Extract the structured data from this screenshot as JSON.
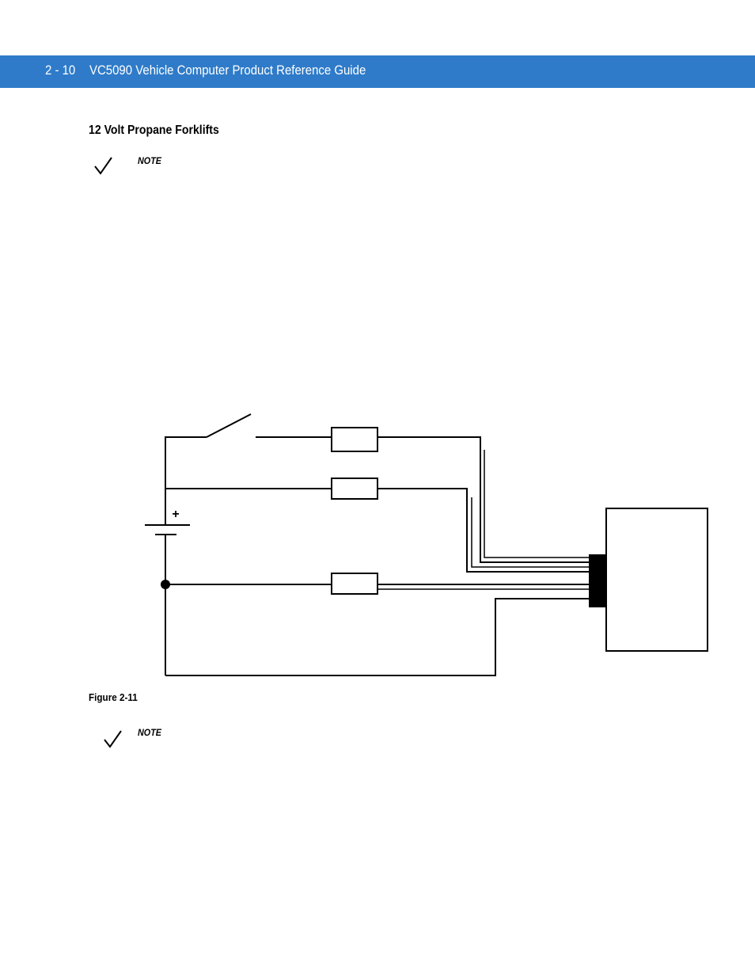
{
  "header": {
    "page_number": "2 - 10",
    "title": "VC5090 Vehicle Computer Product Reference Guide",
    "bar_color": "#2f7bc9"
  },
  "section": {
    "heading": "12 Volt Propane Forklifts"
  },
  "notes": [
    {
      "label": "NOTE",
      "icon": "checkmark-icon"
    },
    {
      "label": "NOTE",
      "icon": "checkmark-icon"
    }
  ],
  "diagram": {
    "battery_polarity": "+"
  },
  "figure": {
    "caption": "Figure 2-11"
  }
}
